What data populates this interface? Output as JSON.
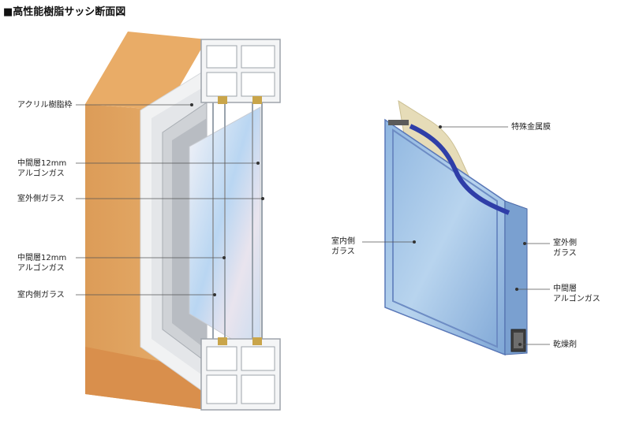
{
  "title": "■高性能樹脂サッシ断面図",
  "left_labels": {
    "acrylic_frame": "アクリル樹脂枠",
    "mid_layer_1_line1": "中間層12mm",
    "mid_layer_1_line2": "アルゴンガス",
    "outer_glass": "室外側ガラス",
    "mid_layer_2_line1": "中間層12mm",
    "mid_layer_2_line2": "アルゴンガス",
    "inner_glass": "室内側ガラス"
  },
  "right_labels": {
    "special_metal_film": "特殊金属膜",
    "inner_glass_line1": "室内側",
    "inner_glass_line2": "ガラス",
    "outer_glass_line1": "室外側",
    "outer_glass_line2": "ガラス",
    "mid_layer_line1": "中間層",
    "mid_layer_line2": "アルゴンガス",
    "desiccant": "乾燥剤"
  },
  "colors": {
    "wood": "#e0a35d",
    "wood_dark": "#c9864a",
    "sash_white": "#f2f3f4",
    "glass_blue": "#9fc7ea",
    "glass_edge": "#3b4fb0",
    "metal_film": "#e6dcb8"
  }
}
